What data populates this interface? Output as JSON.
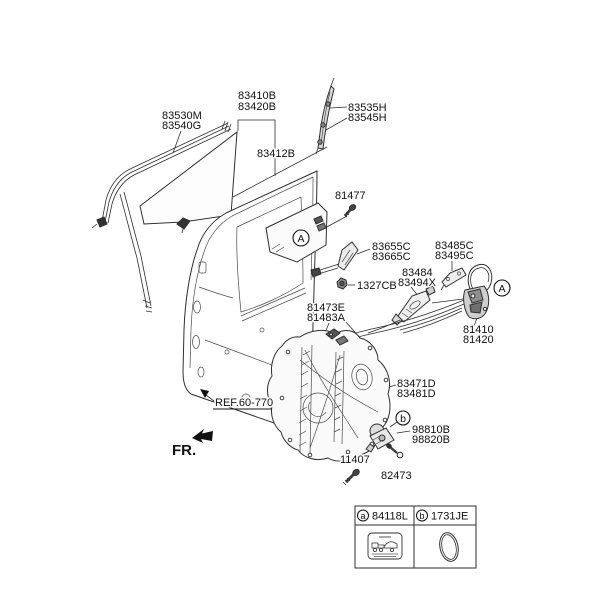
{
  "diagram_type": "rear-door-locking-mechanism-parts-diagram",
  "palette": {
    "line": "#2f2f2f",
    "dark_fill": "#3a3a3a",
    "mid_gray": "#9a9a9a",
    "light_gray": "#e9e9e9",
    "background": "#ffffff"
  },
  "labels": {
    "glass_run_1": "83530M",
    "glass_run_2": "83540G",
    "glass_1": "83410B",
    "glass_2": "83420B",
    "channel_1": "83535H",
    "channel_2": "83545H",
    "glass_holder": "83412B",
    "bolt_81477": "81477",
    "inside_handle_1": "83655C",
    "inside_handle_2": "83665C",
    "outside_handle_1": "83485C",
    "outside_handle_2": "83495C",
    "nut": "1327CB",
    "handle_base_1": "83484",
    "handle_base_2": "83494X",
    "clip_1": "81473E",
    "clip_2": "81483A",
    "latch_1": "81410",
    "latch_2": "81420",
    "module_1": "83471D",
    "module_2": "83481D",
    "motor_1": "98810B",
    "motor_2": "98820B",
    "bolt_11407": "11407",
    "bolt_82473": "82473",
    "ref_note": "REF.60-770",
    "front_indicator": "FR."
  },
  "markers": {
    "view_a": "A",
    "view_b": "b"
  },
  "legend": {
    "items": [
      {
        "key": "a",
        "part": "84118L",
        "symbol": "tow-away-caution-label"
      },
      {
        "key": "b",
        "part": "1731JE",
        "symbol": "oval-grommet"
      }
    ]
  }
}
